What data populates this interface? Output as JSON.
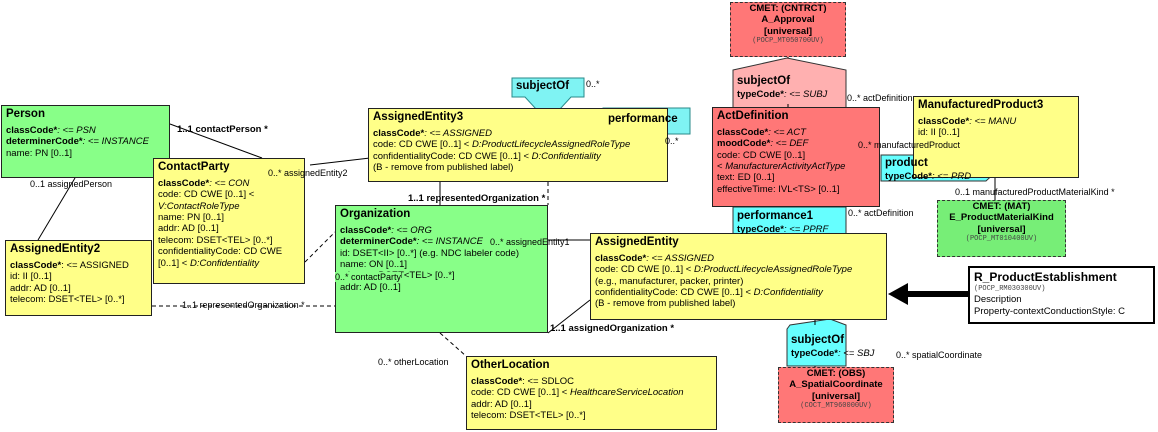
{
  "classes": {
    "person": {
      "title": "Person",
      "l1_attr": "classCode*",
      "l1_val": ": <= PSN",
      "l2_attr": "determinerCode*",
      "l2_val": ": <= INSTANCE",
      "l3": "name: PN [0..1]"
    },
    "contactParty": {
      "title": "ContactParty",
      "l1_attr": "classCode*",
      "l1_val": ": <= CON",
      "l2": "code: CD CWE [0..1] <",
      "l2b": "V:ContactRoleType",
      "l3": "name: PN [0..1]",
      "l4": "addr: AD [0..1]",
      "l5": "telecom: DSET<TEL> [0..*]",
      "l6": "confidentialityCode: CD CWE",
      "l6b": "[0..1] < ",
      "l6c": "D:Confidentiality"
    },
    "assignedEntity2": {
      "title": "AssignedEntity2",
      "l1_attr": "classCode*",
      "l1_val": ": <= ASSIGNED",
      "l2": "id: II [0..1]",
      "l3": "addr: AD [0..1]",
      "l4": "telecom: DSET<TEL> [0..*]"
    },
    "assignedEntity3": {
      "title": "AssignedEntity3",
      "l1_attr": "classCode*",
      "l1_val": ": <= ASSIGNED",
      "l2": "code: CD CWE [0..1] < ",
      "l2b": "D:ProductLifecycleAssignedRoleType",
      "l3": "confidentialityCode: CD CWE [0..1] < ",
      "l3b": "D:Confidentiality",
      "l4": "(B - remove from published label)"
    },
    "organization": {
      "title": "Organization",
      "l1_attr": "classCode*",
      "l1_val": ": <= ORG",
      "l2_attr": "determinerCode*",
      "l2_val": ": <= INSTANCE",
      "l3": "id: DSET<II> [0..*] (e.g. NDC labeler code)",
      "l4": "name: ON [0..1]",
      "l5": "telecom: DSET<TEL> [0..*]",
      "l6": "addr: AD [0..1]"
    },
    "assignedEntity": {
      "title": "AssignedEntity",
      "l1_attr": "classCode*",
      "l1_val": ": <= ASSIGNED",
      "l2": "code: CD CWE [0..1] < ",
      "l2b": "D:ProductLifecycleAssignedRoleType",
      "l3": "(e.g., manufacturer, packer, printer)",
      "l4": "confidentialityCode: CD CWE [0..1] < ",
      "l4b": "D:Confidentiality",
      "l5": "(B - remove from published label)"
    },
    "otherLocation": {
      "title": "OtherLocation",
      "l1_attr": "classCode*",
      "l1_val": ": <= SDLOC",
      "l2": "code: CD CWE [0..1] < ",
      "l2b": "HealthcareServiceLocation",
      "l3": "addr: AD [0..1]",
      "l4": "telecom: DSET<TEL> [0..*]"
    },
    "actDefinition": {
      "title": "ActDefinition",
      "l1_attr": "classCode*",
      "l1_val": ": <= ACT",
      "l2_attr": "moodCode*",
      "l2_val": ": <= DEF",
      "l3": "code: CD CWE [0..1]",
      "l4": "< ",
      "l4b": "ManufacturerActivityActType",
      "l5": "text: ED [0..1]",
      "l6": "effectiveTime: IVL<TS> [0..1]"
    },
    "manufacturedProduct3": {
      "title": "ManufacturedProduct3",
      "l1_attr": "classCode*",
      "l1_val": ": <= MANU",
      "l2": "id: II [0..1]"
    }
  },
  "shapes": {
    "subjectOfTop": {
      "title": "subjectOf"
    },
    "performance": {
      "title": "performance"
    },
    "subjectOfAct": {
      "title": "subjectOf",
      "attr": "typeCode*",
      "val": ": <= SUBJ"
    },
    "product": {
      "title": "product",
      "attr": "typeCode*",
      "val": ": <= PRD"
    },
    "performance1": {
      "title": "performance1",
      "attr": "typeCode*",
      "val": ": <= PPRF"
    },
    "subjectOfSpatial": {
      "title": "subjectOf",
      "attr": "typeCode*",
      "val": ": <= SBJ"
    }
  },
  "cmets": {
    "approval": {
      "l1": "CMET: (CNTRCT)",
      "l2": "A_Approval",
      "l3": "[universal]",
      "code": "(POCP_MT050700UV)"
    },
    "material": {
      "l1": "CMET: (MAT)",
      "l2": "E_ProductMaterialKind",
      "l3": "[universal]",
      "code": "(POCP_MT010400UV)"
    },
    "spatial": {
      "l1": "CMET: (OBS)",
      "l2": "A_SpatialCoordinate",
      "l3": "[universal]",
      "code": "(COCT_MT960000UV)"
    }
  },
  "entry": {
    "title": "R_ProductEstablishment",
    "code": "(POCP_RM030300UV)",
    "l1": "Description",
    "l2": "Property-contextConductionStyle: C"
  },
  "labels": {
    "contactPerson": "1..1 contactPerson  *",
    "assignedPerson": "0..1 assignedPerson",
    "assignedEntity2": "0..* assignedEntity2",
    "contactParty": "0..* contactParty",
    "representedOrg1": "1..1 representedOrganization  *",
    "representedOrg2": "1..1 representedOrganization  *",
    "subjectOfMult": "0..*",
    "perfMult": "0..*",
    "assignedEntity1": "0..* assignedEntity1",
    "assignedOrganization": "1..1 assignedOrganization  *",
    "otherLocation": "0..* otherLocation",
    "actDefinition1": "0..* actDefinition",
    "manufacturedProduct": "0..* manufacturedProduct",
    "materialKind": "0..1 manufacturedProductMaterialKind  *",
    "actDefinition2": "0..* actDefinition",
    "spatialCoordinate": "0..* spatialCoordinate"
  }
}
